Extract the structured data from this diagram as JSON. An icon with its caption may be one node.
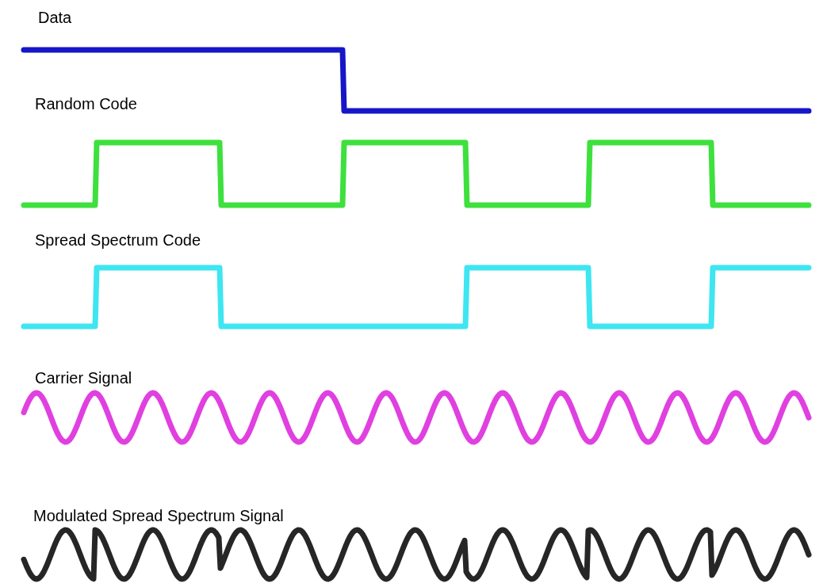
{
  "diagram": {
    "labels": [
      "Data",
      "Random Code",
      "Spread Spectrum Code",
      "Carrier Signal",
      "Modulated Spread Spectrum Signal"
    ]
  }
}
